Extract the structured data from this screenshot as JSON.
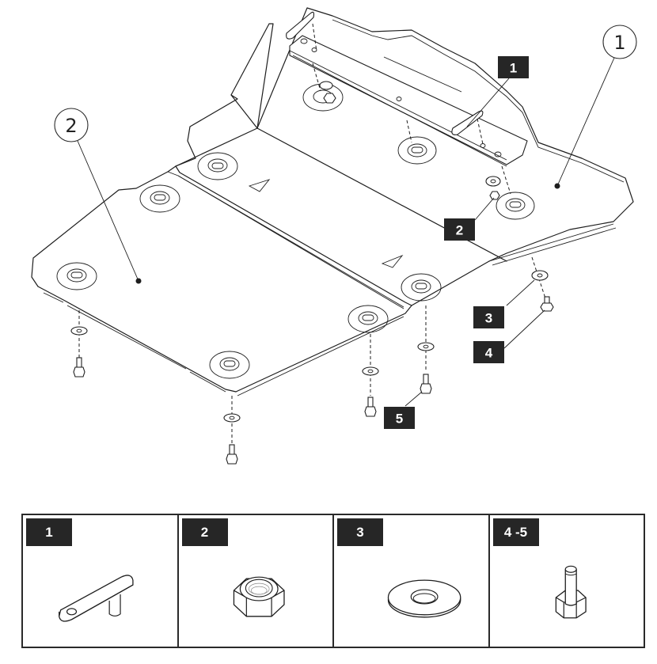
{
  "diagram": {
    "title": "Skid plate assembly exploded view",
    "callouts": [
      {
        "id": "panel-1",
        "label": "1",
        "refers_to": "rear skid plate panel"
      },
      {
        "id": "panel-2",
        "label": "2",
        "refers_to": "front skid plate panel"
      }
    ],
    "hardware_tags": [
      {
        "id": "tag-1",
        "label": "1",
        "refers_to": "pin bracket"
      },
      {
        "id": "tag-2",
        "label": "2",
        "refers_to": "hex nut"
      },
      {
        "id": "tag-3",
        "label": "3",
        "refers_to": "washer"
      },
      {
        "id": "tag-4",
        "label": "4",
        "refers_to": "bolt"
      },
      {
        "id": "tag-5",
        "label": "5",
        "refers_to": "bolt"
      }
    ]
  },
  "parts_table": {
    "cells": [
      {
        "label": "1",
        "icon": "pin-bracket-icon"
      },
      {
        "label": "2",
        "icon": "hex-nut-icon"
      },
      {
        "label": "3",
        "icon": "washer-icon"
      },
      {
        "label": "4 -5",
        "icon": "hex-bolt-icon"
      }
    ]
  }
}
